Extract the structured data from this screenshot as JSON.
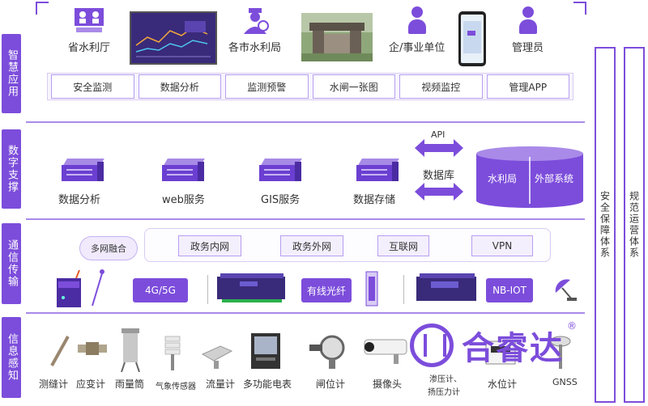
{
  "layers": {
    "application": "智慧应用",
    "digital_support": "数字支撑",
    "communication": "通信传输",
    "sensing": "信息感知"
  },
  "side_systems": {
    "security": "安全保障体系",
    "operation": "规范运营体系"
  },
  "application_entities": [
    "省水利厅",
    "各市水利局",
    "企/事业单位",
    "管理员"
  ],
  "application_tabs": [
    "安全监测",
    "数据分析",
    "监测预警",
    "水闸一张图",
    "视频监控",
    "管理APP"
  ],
  "support_items": {
    "data_analysis": "数据分析",
    "web_service": "web服务",
    "gis_service": "GIS服务",
    "data_storage": "数据存储",
    "api": "API",
    "database": "数据库",
    "water_bureau": "水利局",
    "external_system": "外部系统"
  },
  "comm": {
    "multi_network": "多网融合",
    "networks": [
      "政务内网",
      "政务外网",
      "互联网",
      "VPN"
    ],
    "mobile": "4G/5G",
    "fiber": "有线光纤",
    "nbiot": "NB-IOT"
  },
  "sensors": {
    "s1": "测缝计",
    "s2": "应变计",
    "s3": "雨量筒",
    "s4": "气象传感器",
    "s5": "流量计",
    "s6": "多功能电表",
    "s7": "闸位计",
    "s8": "摄像头",
    "s9": "渗压计、",
    "s9b": "扬压力计",
    "s10": "水位计",
    "s11": "GNSS"
  },
  "brand": {
    "name": "合睿达",
    "reg": "®"
  },
  "colors": {
    "accent": "#7c4ddb",
    "accent_light": "#a98ae8"
  }
}
